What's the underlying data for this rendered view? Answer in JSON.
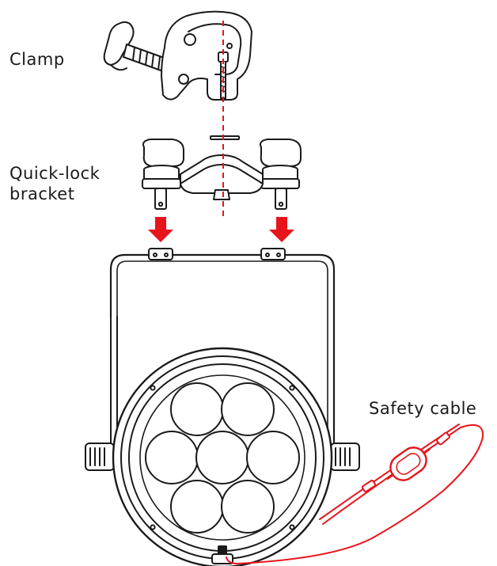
{
  "labels": {
    "clamp": "Clamp",
    "bracket_line1": "Quick-lock",
    "bracket_line2": "bracket",
    "safety_cable": "Safety cable"
  },
  "colors": {
    "line": "#1a1a1a",
    "accent": "#e8141c",
    "background": "#ffffff"
  },
  "icons": {
    "clamp": "clamp-icon",
    "bracket": "quick-lock-bracket-icon",
    "arrows": "down-arrow-icon",
    "fixture": "par-fixture-icon",
    "cable": "safety-cable-icon"
  }
}
